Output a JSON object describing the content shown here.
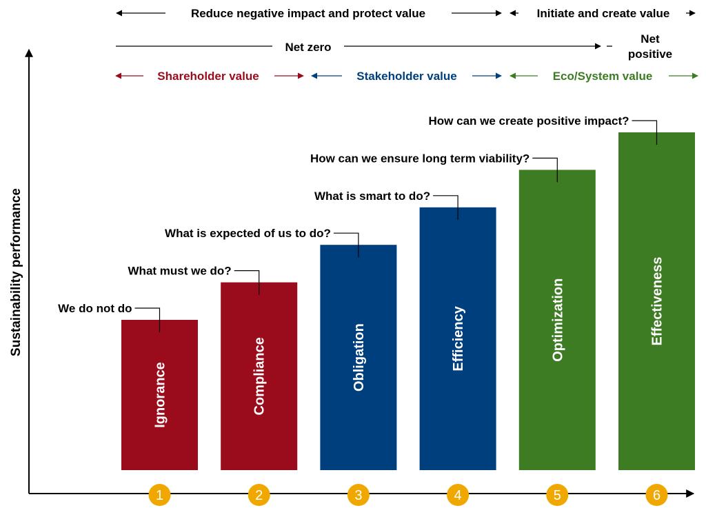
{
  "y_axis_label": "Sustainability performance",
  "top_rows": {
    "row1": {
      "left": "Reduce negative impact and protect value",
      "right": "Initiate and create value"
    },
    "row2": {
      "left": "Net zero",
      "right_line1": "Net",
      "right_line2": "positive"
    },
    "row3": {
      "shareholder": "Shareholder value",
      "stakeholder": "Stakeholder value",
      "eco": "Eco/System value"
    }
  },
  "colors": {
    "red": "#9a0b1c",
    "blue": "#003f7d",
    "green": "#3d7c23",
    "badge": "#f0a800",
    "text": "#000000"
  },
  "chart_data": {
    "type": "bar",
    "categories": [
      "1",
      "2",
      "3",
      "4",
      "5",
      "6"
    ],
    "levels": [
      1,
      2,
      3,
      4,
      5,
      6
    ],
    "bars": [
      {
        "label": "Ignorance",
        "question": "We do not do",
        "group": "red"
      },
      {
        "label": "Compliance",
        "question": "What must we do?",
        "group": "red"
      },
      {
        "label": "Obligation",
        "question": "What is expected of us to do?",
        "group": "blue"
      },
      {
        "label": "Efficiency",
        "question": "What is smart to do?",
        "group": "blue"
      },
      {
        "label": "Optimization",
        "question": "How can we ensure long term viability?",
        "group": "green"
      },
      {
        "label": "Effectiveness",
        "question": "How can we create positive impact?",
        "group": "green"
      }
    ]
  }
}
